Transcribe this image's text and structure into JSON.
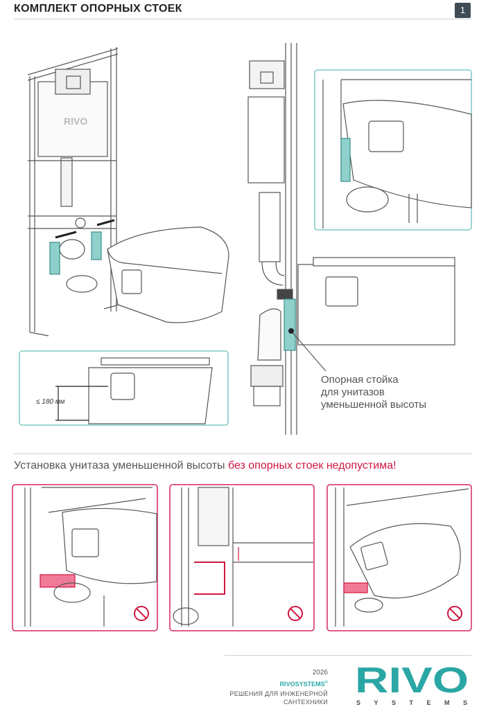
{
  "header": {
    "title": "КОМПЛЕКТ ОПОРНЫХ СТОЕК",
    "page_number": "1"
  },
  "figure_main": {
    "brand_on_tank": "RIVO"
  },
  "detail_left": {
    "dimension_label": "≤ 180 мм"
  },
  "callout": {
    "line1": "Опорная стойка",
    "line2": "для унитазов",
    "line3": "уменьшенной высоты"
  },
  "warning": {
    "text": "Установка унитаза уменьшенной высоты ",
    "emphasis": "без опорных стоек недопустима!"
  },
  "footer": {
    "year": "2026",
    "brand": "RIVOSYSTEMS",
    "brand_mark": "©",
    "line1": "РЕШЕНИЯ ДЛЯ ИНЖЕНЕРНОЙ",
    "line2": "САНТЕХНИКИ",
    "logo_text": "RIVO",
    "logo_sub": "SYSTEMS"
  },
  "colors": {
    "teal": "#2aa7a5",
    "red": "#d0153f",
    "box_border_teal": "#7fc8c3",
    "box_border_red": "#d6275a"
  }
}
